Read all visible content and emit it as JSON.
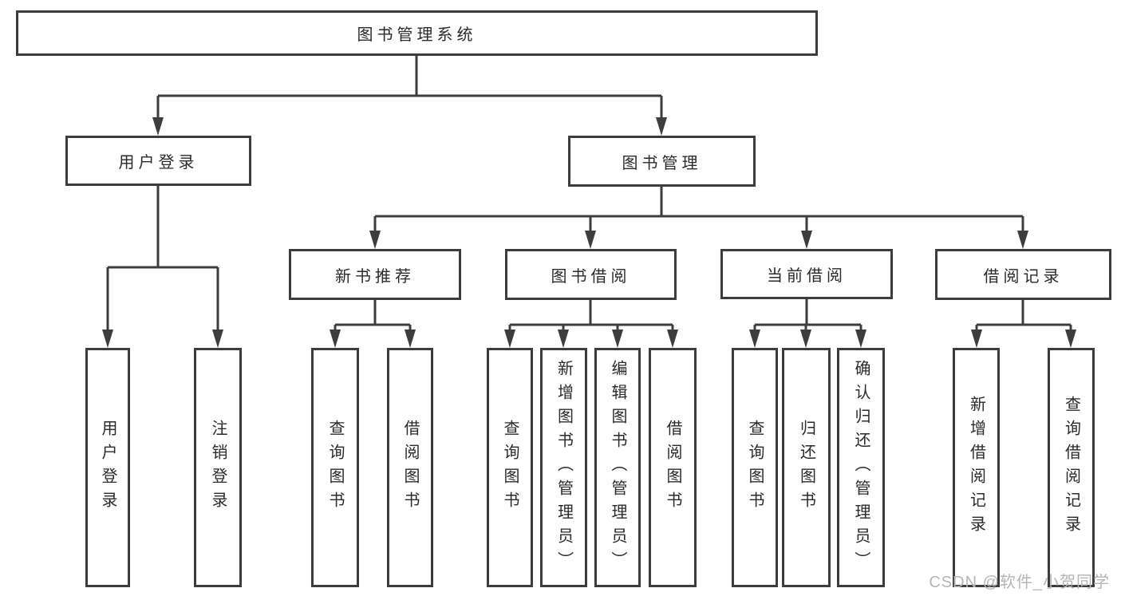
{
  "diagram": {
    "root": {
      "label": "图书管理系统"
    },
    "branches": [
      {
        "label": "用户登录",
        "children": [
          {
            "label": "用户登录"
          },
          {
            "label": "注销登录"
          }
        ]
      },
      {
        "label": "图书管理",
        "children": [
          {
            "label": "新书推荐",
            "children": [
              {
                "label": "查询图书"
              },
              {
                "label": "借阅图书"
              }
            ]
          },
          {
            "label": "图书借阅",
            "children": [
              {
                "label": "查询图书"
              },
              {
                "label": "新增图书（管理员）"
              },
              {
                "label": "编辑图书（管理员）"
              },
              {
                "label": "借阅图书"
              }
            ]
          },
          {
            "label": "当前借阅",
            "children": [
              {
                "label": "查询图书"
              },
              {
                "label": "归还图书"
              },
              {
                "label": "确认归还（管理员）"
              }
            ]
          },
          {
            "label": "借阅记录",
            "children": [
              {
                "label": "新增借阅记录"
              },
              {
                "label": "查询借阅记录"
              }
            ]
          }
        ]
      }
    ]
  },
  "watermark": "CSDN @软件_小贺同学",
  "colors": {
    "line": "#3d3d3d",
    "box_border": "#3d3d3d",
    "text": "#2a2a2a",
    "background": "#ffffff",
    "watermark": "#b5b5b5"
  }
}
